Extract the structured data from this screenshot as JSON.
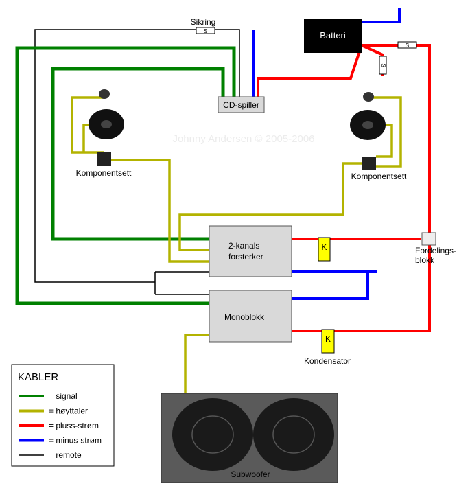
{
  "labels": {
    "fuse": "Sikring",
    "fuse_symbol": "S",
    "battery": "Batteri",
    "cd_player": "CD-spiller",
    "watermark": "Johnny Andersen © 2005-2006",
    "component_set_left": "Komponentsett",
    "component_set_right": "Komponentsett",
    "amp_2ch_line1": "2-kanals",
    "amp_2ch_line2": "forsterker",
    "capacitor_symbol": "K",
    "distribution_block_line1": "Fordelings-",
    "distribution_block_line2": "blokk",
    "monoblock": "Monoblokk",
    "capacitor": "Kondensator",
    "subwoofer": "Subwoofer"
  },
  "legend": {
    "title": "KABLER",
    "items": [
      {
        "label": "= signal",
        "color": "#008000"
      },
      {
        "label": "= høyttaler",
        "color": "#b3b300"
      },
      {
        "label": "= pluss-strøm",
        "color": "#ff0000"
      },
      {
        "label": "= minus-strøm",
        "color": "#0000ff"
      },
      {
        "label": "= remote",
        "color": "#000000"
      }
    ]
  },
  "colors": {
    "signal": "#008000",
    "speaker": "#b3b300",
    "plus": "#ff0000",
    "minus": "#0000ff",
    "remote": "#000000",
    "device_fill": "#d9d9d9",
    "battery_fill": "#000000",
    "capacitor_fill": "#ffff00",
    "sub_box": "#5a5a5a",
    "sub_cone": "#1a1a1a"
  }
}
